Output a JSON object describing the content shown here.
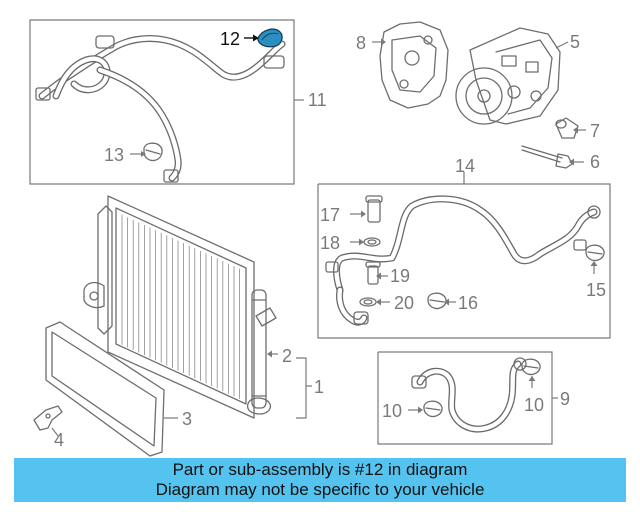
{
  "callouts": {
    "c1": "1",
    "c2": "2",
    "c3": "3",
    "c4": "4",
    "c5": "5",
    "c6": "6",
    "c7": "7",
    "c8": "8",
    "c9": "9",
    "c10a": "10",
    "c10b": "10",
    "c11": "11",
    "c12": "12",
    "c13": "13",
    "c14": "14",
    "c15": "15",
    "c16": "16",
    "c17": "17",
    "c18": "18",
    "c19": "19",
    "c20": "20"
  },
  "highlighted_part": "12",
  "colors": {
    "banner_bg": "#55c3f0",
    "highlight_part": "#2a8fc0",
    "line_art": "#6e6e6e"
  },
  "banner": {
    "line1": "Part or sub-assembly is #12 in diagram",
    "line2": "Diagram may not be specific to your vehicle"
  }
}
